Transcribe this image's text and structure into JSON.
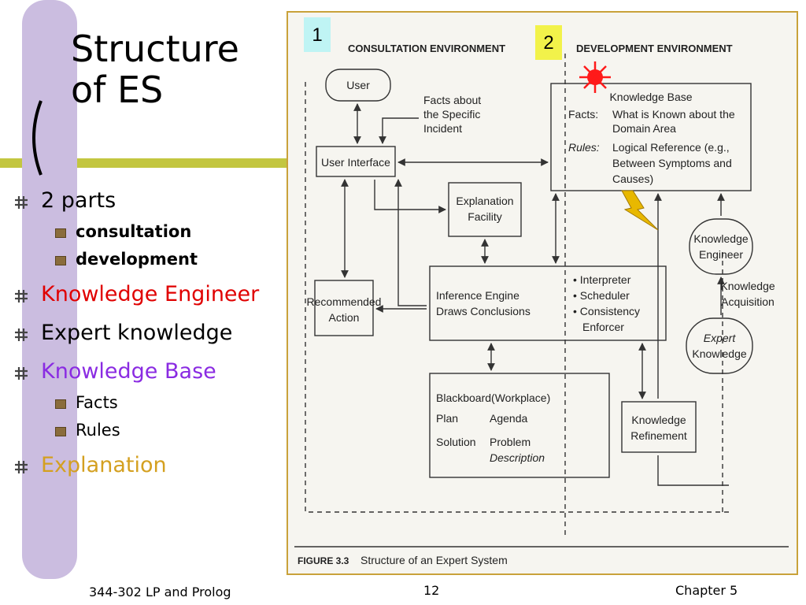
{
  "slide": {
    "title": "Structure of ES",
    "title_line1": "Structure",
    "title_line2": "of ES",
    "bullets": [
      {
        "text": "2 parts",
        "color": "#000000",
        "sub": [
          "consultation",
          "development"
        ]
      },
      {
        "text": "Knowledge Engineer",
        "color": "#e00000"
      },
      {
        "text": "Expert knowledge",
        "color": "#000000"
      },
      {
        "text": "Knowledge Base",
        "color": "#8a2be2",
        "sub": [
          "Facts",
          "Rules"
        ]
      },
      {
        "text": "Explanation",
        "color": "#d4a020"
      }
    ],
    "badge1": "1",
    "badge2": "2",
    "footer": {
      "left": "344-302 LP and Prolog",
      "center": "12",
      "right": "Chapter 5"
    }
  },
  "colors": {
    "lavender_bar": "#cbbde0",
    "olive_line": "#c3c640",
    "figure_border": "#c9a23a",
    "badge1_bg": "#bff4f4",
    "badge2_bg": "#f2f24a",
    "sun": "#ff1a1a",
    "bolt": "#e8b800",
    "ink": "#333333"
  },
  "icons": [
    "bullet-square-icon",
    "sub-bullet-square-icon",
    "sun-icon",
    "lightning-icon"
  ],
  "diagram": {
    "header_consultation": "CONSULTATION ENVIRONMENT",
    "header_development": "DEVELOPMENT ENVIRONMENT",
    "user": "User",
    "facts_incident": [
      "Facts about",
      "the Specific",
      "Incident"
    ],
    "user_interface": "User Interface",
    "kb_title": "Knowledge Base",
    "kb_facts_label": "Facts:",
    "kb_facts_text": [
      "What is Known about the",
      "Domain Area"
    ],
    "kb_rules_label": "Rules:",
    "kb_rules_text": [
      "Logical Reference (e.g.,",
      "Between Symptoms and",
      "Causes)"
    ],
    "explanation_facility": [
      "Explanation",
      "Facility"
    ],
    "knowledge_engineer": [
      "Knowledge",
      "Engineer"
    ],
    "recommended_action": [
      "Recommended",
      "Action"
    ],
    "inference_engine": [
      "Inference Engine",
      "Draws Conclusions"
    ],
    "ie_components": [
      "• Interpreter",
      "• Scheduler",
      "• Consistency",
      "Enforcer"
    ],
    "knowledge_acquisition": [
      "Knowledge",
      "Acquisition"
    ],
    "expert_knowledge": [
      "Expert",
      "Knowledge"
    ],
    "blackboard_title": "Blackboard(Workplace)",
    "bb_plan": "Plan",
    "bb_agenda": "Agenda",
    "bb_solution": "Solution",
    "bb_problem": [
      "Problem",
      "Description"
    ],
    "knowledge_refinement": [
      "Knowledge",
      "Refinement"
    ],
    "caption_label": "FIGURE 3.3",
    "caption_text": "Structure of an Expert System"
  }
}
